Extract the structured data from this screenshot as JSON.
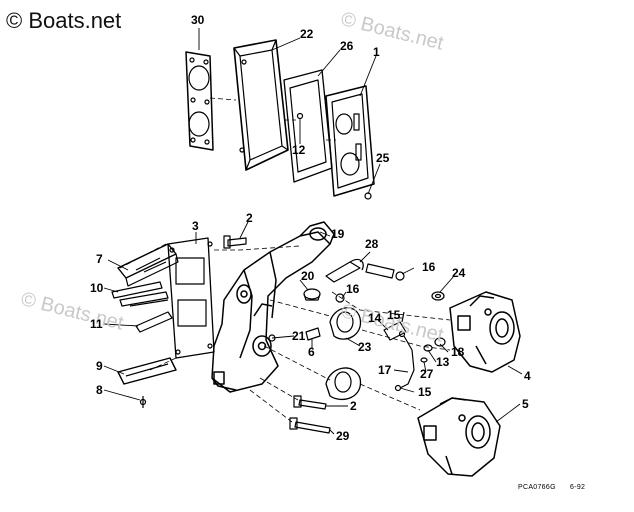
{
  "watermark": {
    "main": "© Boats.net",
    "faint": "© Boats.net"
  },
  "callouts": [
    "30",
    "22",
    "26",
    "1",
    "12",
    "25",
    "3",
    "2",
    "19",
    "28",
    "7",
    "20",
    "16",
    "24",
    "10",
    "16",
    "11",
    "21",
    "6",
    "14",
    "15",
    "9",
    "23",
    "18",
    "13",
    "8",
    "17",
    "4",
    "27",
    "15",
    "5",
    "2",
    "29"
  ],
  "footer": {
    "code": "PCA0766G",
    "date": "6-92"
  },
  "colors": {
    "ink": "#000000",
    "background": "#ffffff",
    "watermark_faint": "#c9c9c9"
  }
}
